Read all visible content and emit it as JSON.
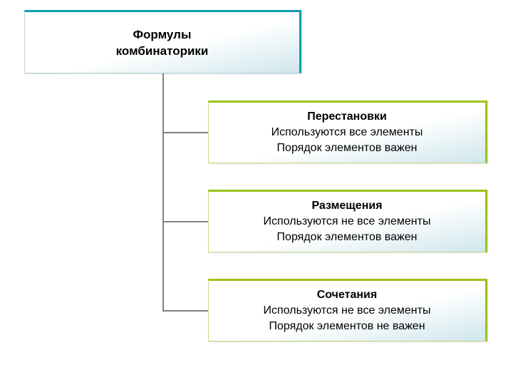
{
  "root": {
    "line1": "Формулы",
    "line2": "комбинаторики"
  },
  "children": [
    {
      "title": "Перестановки",
      "line1": "Используются все элементы",
      "line2": "Порядок элементов важен"
    },
    {
      "title": "Размещения",
      "line1": "Используются не все элементы",
      "line2": "Порядок элементов важен"
    },
    {
      "title": "Сочетания",
      "line1": "Используются не все элементы",
      "line2": "Порядок элементов не важен"
    }
  ],
  "colors": {
    "root_accent": "#0f9fb0",
    "child_accent": "#9cc21a",
    "connector": "#808080"
  }
}
